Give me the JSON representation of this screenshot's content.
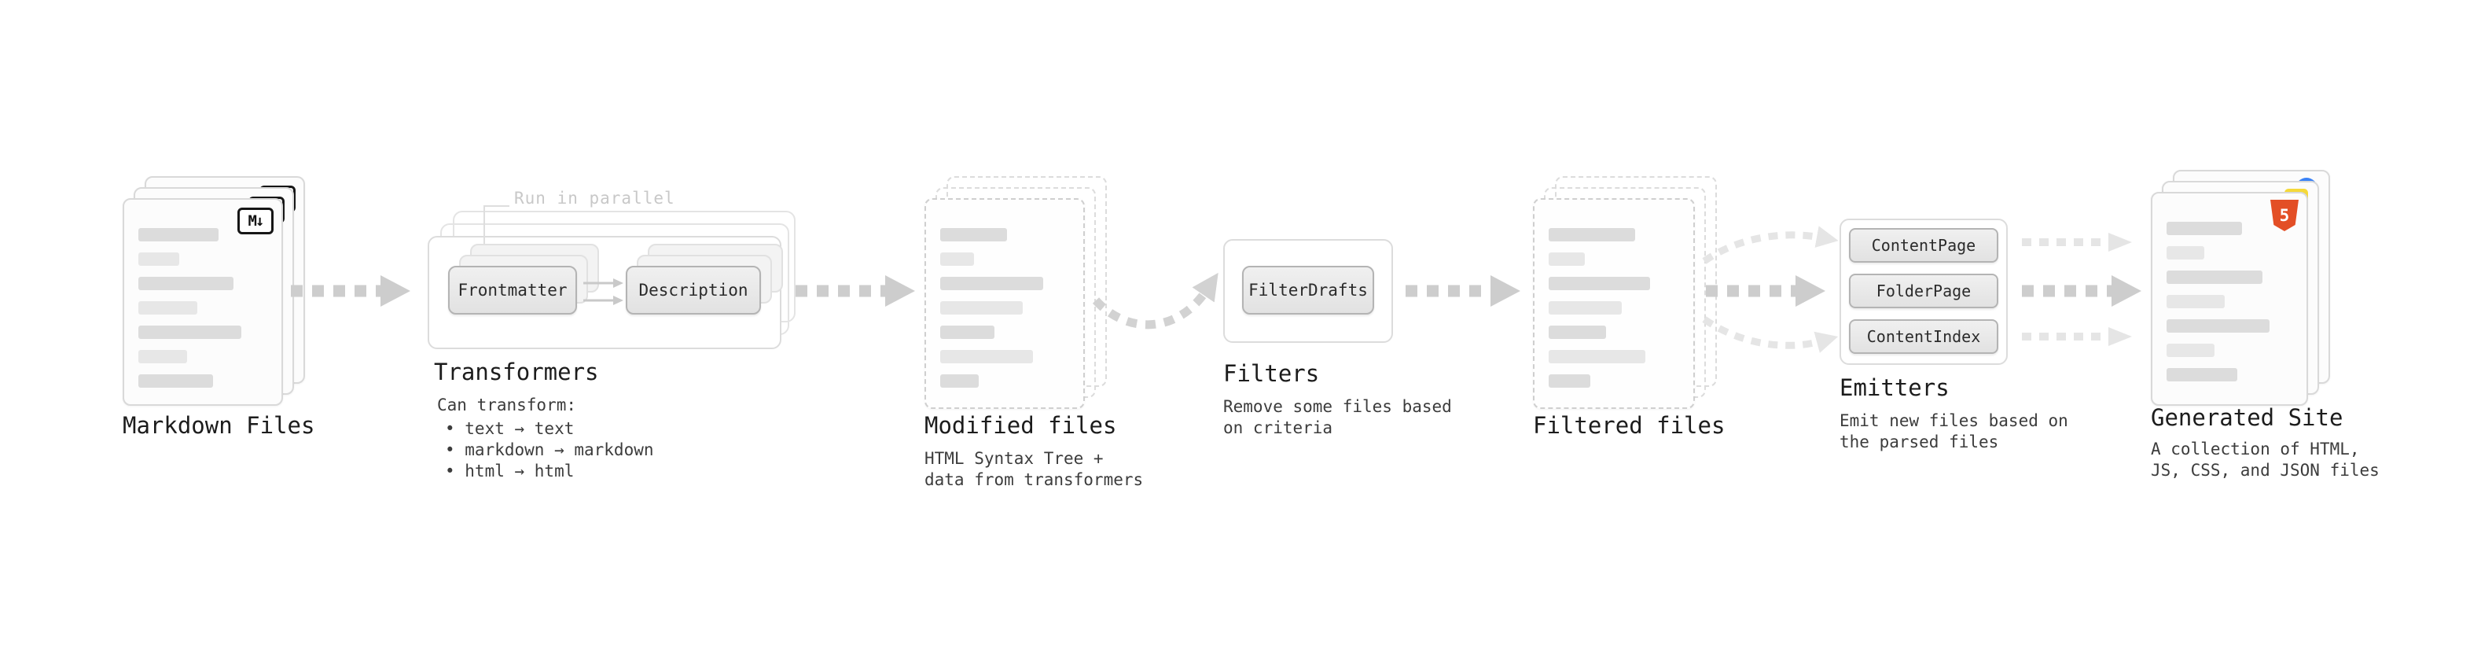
{
  "stages": {
    "markdown_files": {
      "title": "Markdown Files",
      "badge": "M↓"
    },
    "transformers": {
      "title": "Transformers",
      "parallel_label": "Run in parallel",
      "buttons": [
        "Frontmatter",
        "Description"
      ],
      "description_heading": "Can transform:",
      "transform_rules": [
        "• text → text",
        "• markdown → markdown",
        "• html → html"
      ]
    },
    "modified_files": {
      "title": "Modified files",
      "description": [
        "HTML Syntax Tree +",
        "data from transformers"
      ]
    },
    "filters": {
      "title": "Filters",
      "button": "FilterDrafts",
      "description": [
        "Remove some files based",
        "on criteria"
      ]
    },
    "filtered_files": {
      "title": "Filtered files"
    },
    "emitters": {
      "title": "Emitters",
      "buttons": [
        "ContentPage",
        "FolderPage",
        "ContentIndex"
      ],
      "description": [
        "Emit new files based on",
        "the parsed files"
      ]
    },
    "generated_site": {
      "title": "Generated Site",
      "badge": "5",
      "description": [
        "A collection of HTML,",
        "JS, CSS, and JSON files"
      ]
    }
  },
  "colors": {
    "arrow_strong": "#cdcdcd",
    "arrow_faint": "#e5e5e5",
    "html5_orange": "#e34f26",
    "js_yellow": "#f5d939",
    "css_blue": "#3b82f6",
    "bar_gray": "#dcdcdc"
  }
}
